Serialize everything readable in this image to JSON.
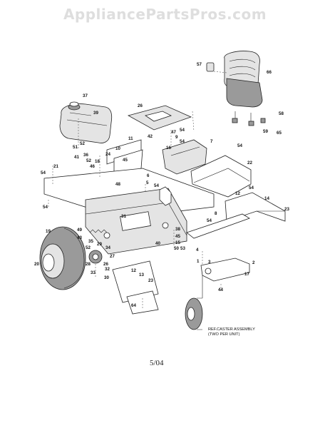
{
  "watermark": "AppliancePartsPros.com",
  "diagram": {
    "date": "5/04",
    "reference_note": [
      "REF.CASTER ASSEMBLY",
      "(TWO PER UNIT)"
    ],
    "callouts": [
      {
        "id": "c57",
        "text": "57"
      },
      {
        "id": "c66",
        "text": "66"
      },
      {
        "id": "c37",
        "text": "37"
      },
      {
        "id": "c39",
        "text": "39"
      },
      {
        "id": "c26",
        "text": "26"
      },
      {
        "id": "c58",
        "text": "58"
      },
      {
        "id": "c59",
        "text": "59"
      },
      {
        "id": "c65",
        "text": "65"
      },
      {
        "id": "c47",
        "text": "47"
      },
      {
        "id": "c54a",
        "text": "54"
      },
      {
        "id": "c9",
        "text": "9"
      },
      {
        "id": "c54b",
        "text": "54"
      },
      {
        "id": "c42",
        "text": "42"
      },
      {
        "id": "c16",
        "text": "16"
      },
      {
        "id": "c7",
        "text": "7"
      },
      {
        "id": "c54c",
        "text": "54"
      },
      {
        "id": "c11",
        "text": "11"
      },
      {
        "id": "c51",
        "text": "51"
      },
      {
        "id": "c52a",
        "text": "52"
      },
      {
        "id": "c10",
        "text": "10"
      },
      {
        "id": "c41",
        "text": "41"
      },
      {
        "id": "c36",
        "text": "36"
      },
      {
        "id": "c24",
        "text": "24"
      },
      {
        "id": "c52b",
        "text": "52"
      },
      {
        "id": "c18",
        "text": "18"
      },
      {
        "id": "c46",
        "text": "46"
      },
      {
        "id": "c45a",
        "text": "45"
      },
      {
        "id": "c22",
        "text": "22"
      },
      {
        "id": "c21",
        "text": "21"
      },
      {
        "id": "c54d",
        "text": "54"
      },
      {
        "id": "c6",
        "text": "6"
      },
      {
        "id": "c5",
        "text": "5"
      },
      {
        "id": "c54e",
        "text": "54"
      },
      {
        "id": "c48",
        "text": "48"
      },
      {
        "id": "c12",
        "text": "12"
      },
      {
        "id": "c54f",
        "text": "54"
      },
      {
        "id": "c14",
        "text": "14"
      },
      {
        "id": "c54g",
        "text": "54"
      },
      {
        "id": "c23a",
        "text": "23"
      },
      {
        "id": "c31",
        "text": "31"
      },
      {
        "id": "c8",
        "text": "8"
      },
      {
        "id": "c54h",
        "text": "54"
      },
      {
        "id": "c19",
        "text": "19"
      },
      {
        "id": "c49",
        "text": "49"
      },
      {
        "id": "c43",
        "text": "43"
      },
      {
        "id": "c38",
        "text": "38"
      },
      {
        "id": "c45b",
        "text": "45"
      },
      {
        "id": "c40",
        "text": "40"
      },
      {
        "id": "c15",
        "text": "15"
      },
      {
        "id": "c50",
        "text": "50"
      },
      {
        "id": "c53",
        "text": "53"
      },
      {
        "id": "c35",
        "text": "35"
      },
      {
        "id": "c29",
        "text": "29"
      },
      {
        "id": "c52c",
        "text": "52"
      },
      {
        "id": "c34",
        "text": "34"
      },
      {
        "id": "c27",
        "text": "27"
      },
      {
        "id": "c20",
        "text": "20"
      },
      {
        "id": "c28",
        "text": "28"
      },
      {
        "id": "c26b",
        "text": "26"
      },
      {
        "id": "c32",
        "text": "32"
      },
      {
        "id": "c33",
        "text": "33"
      },
      {
        "id": "c30",
        "text": "30"
      },
      {
        "id": "c4",
        "text": "4"
      },
      {
        "id": "c1",
        "text": "1"
      },
      {
        "id": "c3",
        "text": "3"
      },
      {
        "id": "c2",
        "text": "2"
      },
      {
        "id": "c17",
        "text": "17"
      },
      {
        "id": "c12b",
        "text": "12"
      },
      {
        "id": "c13",
        "text": "13"
      },
      {
        "id": "c23b",
        "text": "23"
      },
      {
        "id": "c44",
        "text": "44"
      },
      {
        "id": "c64",
        "text": "64"
      }
    ]
  }
}
